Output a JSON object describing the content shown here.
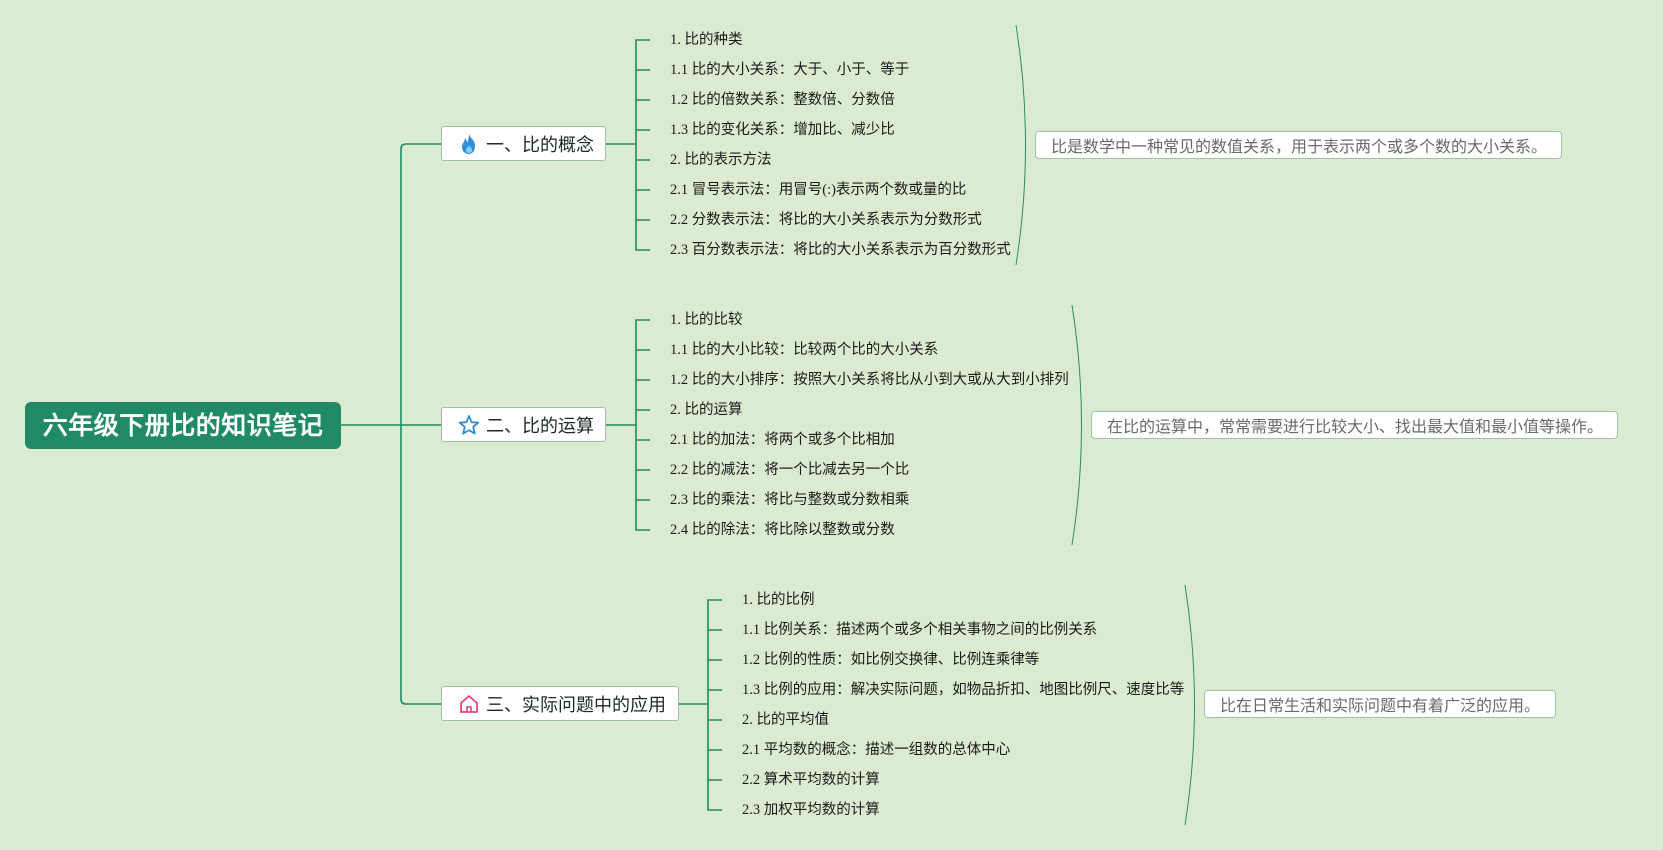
{
  "root": {
    "label": "六年级下册比的知识笔记"
  },
  "colors": {
    "background": "#dbebd2",
    "root_fill": "#1f8a63",
    "connector": "#1f8a63",
    "flame_icon": "#2f8fd6",
    "star_icon": "#2f8fd6",
    "home_icon": "#e0457a"
  },
  "branches": [
    {
      "label": "一、比的概念",
      "icon": "flame-icon",
      "items": [
        "1. 比的种类",
        "1.1 比的大小关系：大于、小于、等于",
        "1.2 比的倍数关系：整数倍、分数倍",
        "1.3 比的变化关系：增加比、减少比",
        "2. 比的表示方法",
        "2.1 冒号表示法：用冒号(:)表示两个数或量的比",
        "2.2 分数表示法：将比的大小关系表示为分数形式",
        "2.3 百分数表示法：将比的大小关系表示为百分数形式"
      ],
      "summary": "比是数学中一种常见的数值关系，用于表示两个或多个数的大小关系。"
    },
    {
      "label": "二、比的运算",
      "icon": "star-icon",
      "items": [
        "1. 比的比较",
        "1.1 比的大小比较：比较两个比的大小关系",
        "1.2 比的大小排序：按照大小关系将比从小到大或从大到小排列",
        "2. 比的运算",
        "2.1 比的加法：将两个或多个比相加",
        "2.2 比的减法：将一个比减去另一个比",
        "2.3 比的乘法：将比与整数或分数相乘",
        "2.4 比的除法：将比除以整数或分数"
      ],
      "summary": "在比的运算中，常常需要进行比较大小、找出最大值和最小值等操作。"
    },
    {
      "label": "三、实际问题中的应用",
      "icon": "home-icon",
      "items": [
        "1. 比的比例",
        "1.1 比例关系：描述两个或多个相关事物之间的比例关系",
        "1.2 比例的性质：如比例交换律、比例连乘律等",
        "1.3 比例的应用：解决实际问题，如物品折扣、地图比例尺、速度比等",
        "2. 比的平均值",
        "2.1 平均数的概念：描述一组数的总体中心",
        "2.2 算术平均数的计算",
        "2.3 加权平均数的计算"
      ],
      "summary": "比在日常生活和实际问题中有着广泛的应用。"
    }
  ]
}
